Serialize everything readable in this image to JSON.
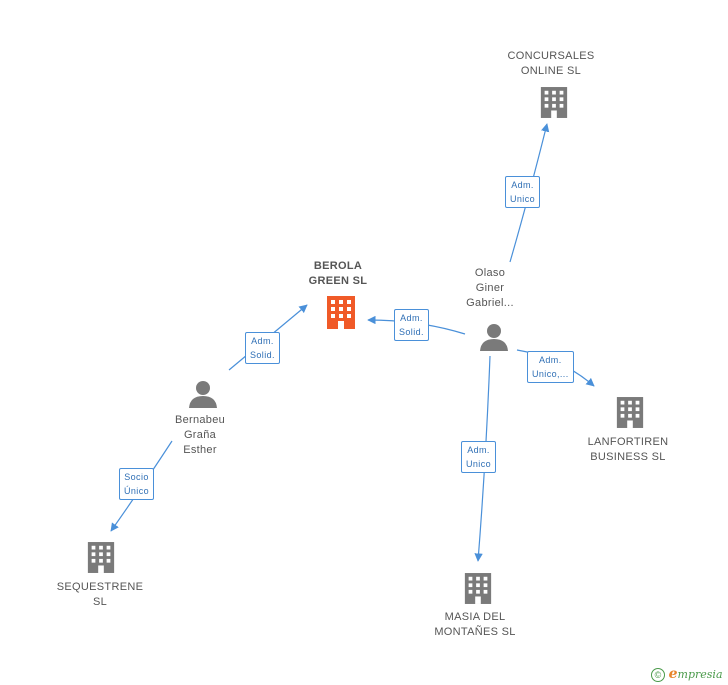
{
  "nodes": {
    "berola": {
      "lines": [
        "BEROLA",
        "GREEN  SL"
      ],
      "type": "company",
      "highlight": true,
      "icon": "building-icon"
    },
    "concursales": {
      "lines": [
        "CONCURSALES",
        "ONLINE  SL"
      ],
      "type": "company",
      "icon": "building-icon"
    },
    "lanfortiren": {
      "lines": [
        "LANFORTIREN",
        "BUSINESS SL"
      ],
      "type": "company",
      "icon": "building-icon"
    },
    "masia": {
      "lines": [
        "MASIA DEL",
        "MONTAÑES SL"
      ],
      "type": "company",
      "icon": "building-icon"
    },
    "sequestrene": {
      "lines": [
        "SEQUESTRENE",
        "SL"
      ],
      "type": "company",
      "icon": "building-icon"
    },
    "olaso": {
      "lines": [
        "Olaso",
        "Giner",
        "Gabriel..."
      ],
      "type": "person",
      "icon": "person-icon"
    },
    "bernabeu": {
      "lines": [
        "Bernabeu",
        "Graña",
        "Esther"
      ],
      "type": "person",
      "icon": "person-icon"
    }
  },
  "edges": {
    "olaso_berola": [
      "Adm.",
      "Solid."
    ],
    "olaso_concursales": [
      "Adm.",
      "Unico"
    ],
    "olaso_lanfortiren": [
      "Adm.",
      "Unico,..."
    ],
    "olaso_masia": [
      "Adm.",
      "Unico"
    ],
    "bernabeu_berola": [
      "Adm.",
      "Solid."
    ],
    "bernabeu_sequestrene": [
      "Socio",
      "Único"
    ]
  },
  "colors": {
    "highlight": "#f05a28",
    "building": "#7a7a7a",
    "person": "#7a7a7a",
    "edge": "#4a90d9"
  },
  "footer": {
    "symbol": "©",
    "brand_initial": "e",
    "brand_rest": "mpresia"
  }
}
